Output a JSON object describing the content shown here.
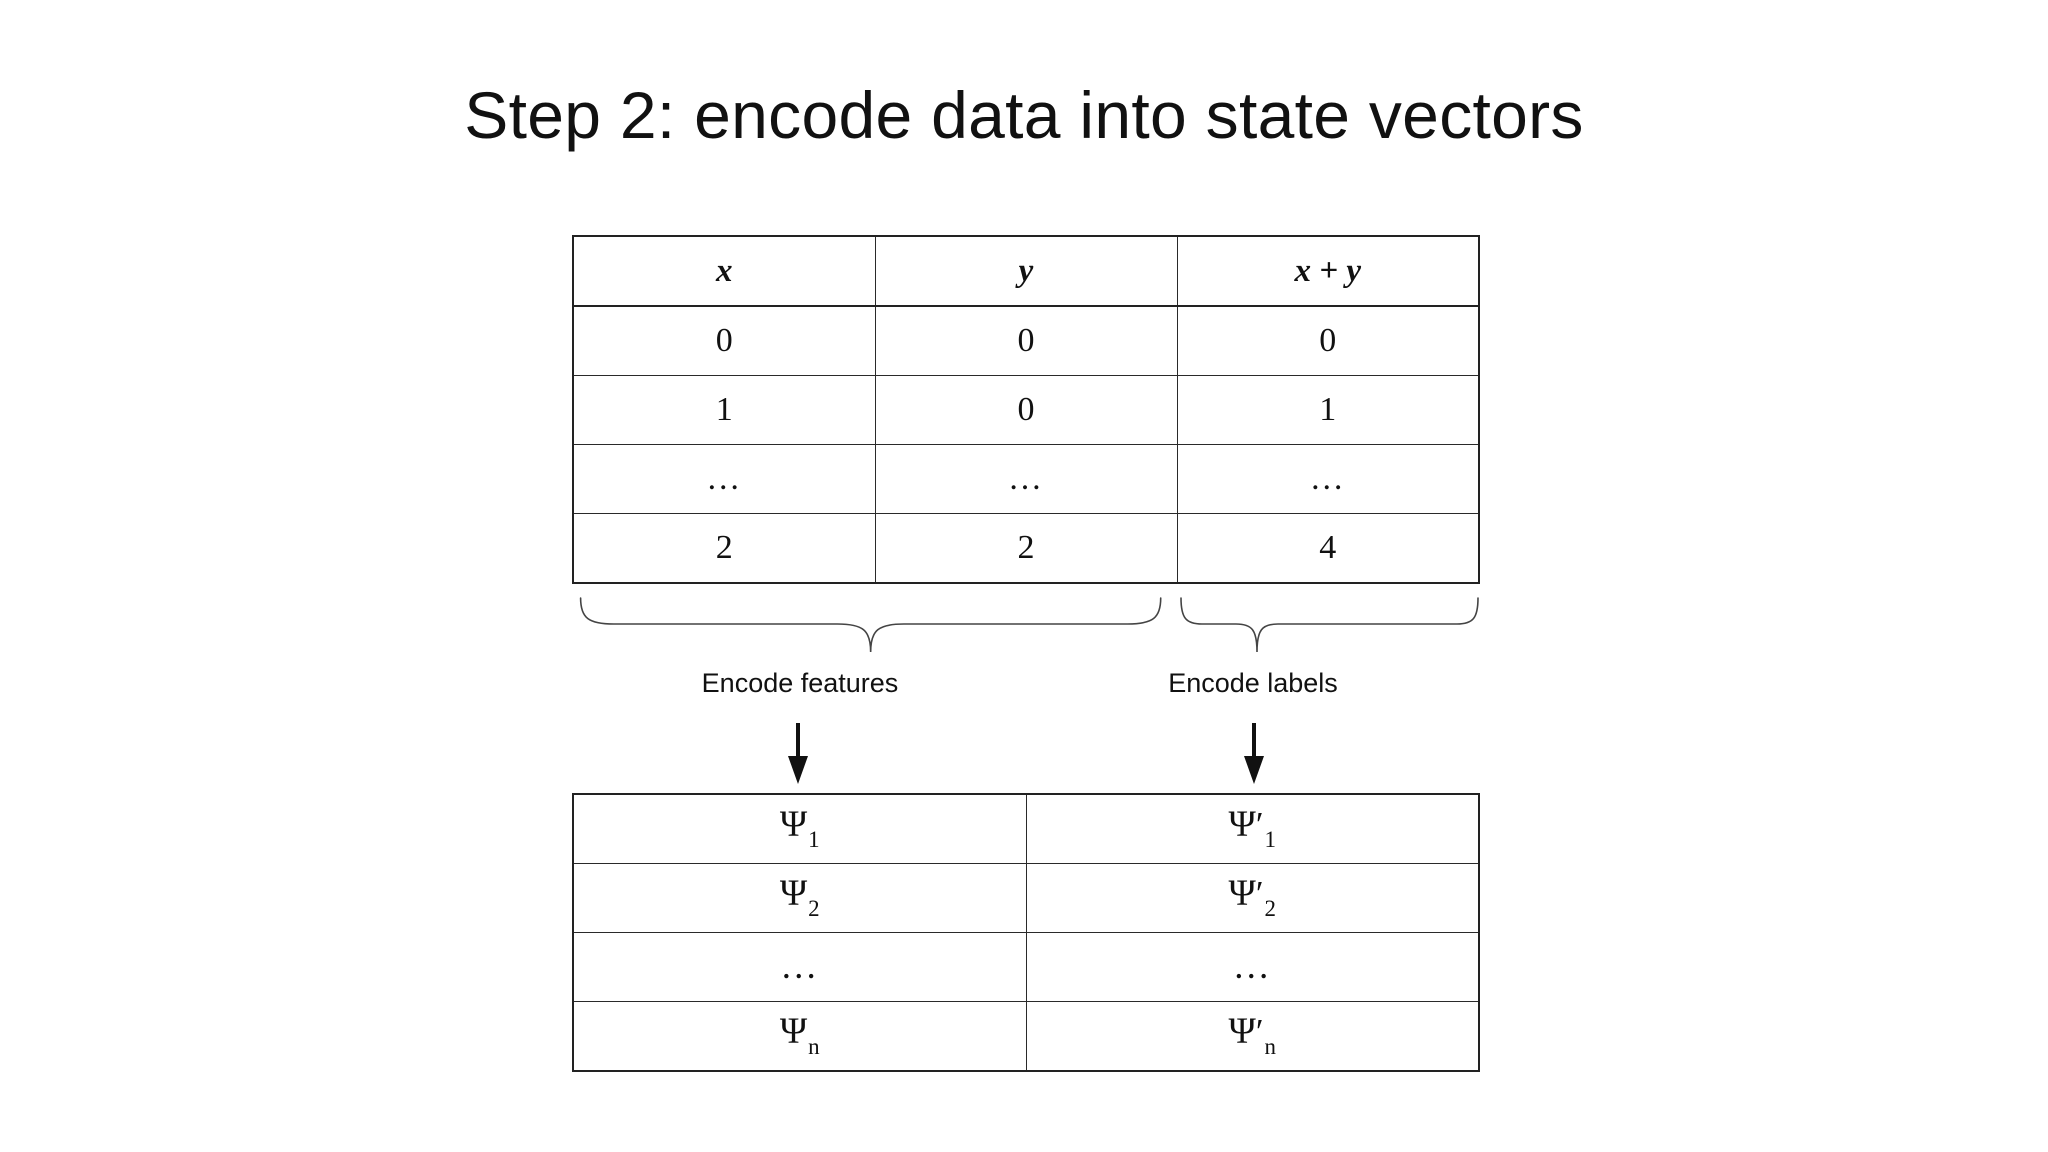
{
  "slide": {
    "title": "Step 2: encode data into state vectors",
    "background_color": "#ffffff",
    "text_color": "#111111",
    "line_color": "#222222"
  },
  "raw_data_table": {
    "name": "raw-data-table",
    "headers": [
      "x",
      "y",
      "x + y"
    ],
    "rows": [
      [
        "0",
        "0",
        "0"
      ],
      [
        "1",
        "0",
        "1"
      ],
      [
        "…",
        "…",
        "…"
      ],
      [
        "2",
        "2",
        "4"
      ]
    ]
  },
  "encode_band": {
    "features": {
      "label": "Encode features",
      "brace_name": "features-brace",
      "arrow_name": "features-arrow"
    },
    "labels": {
      "label": "Encode labels",
      "brace_name": "labels-brace",
      "arrow_name": "labels-arrow"
    }
  },
  "state_vector_table": {
    "name": "state-vector-table",
    "rows": [
      {
        "features": {
          "symbol": "Ψ",
          "prime": "",
          "subscript": "1"
        },
        "labels": {
          "symbol": "Ψ",
          "prime": "′",
          "subscript": "1"
        }
      },
      {
        "features": {
          "symbol": "Ψ",
          "prime": "",
          "subscript": "2"
        },
        "labels": {
          "symbol": "Ψ",
          "prime": "′",
          "subscript": "2"
        }
      },
      {
        "features": {
          "symbol": "…",
          "prime": "",
          "subscript": ""
        },
        "labels": {
          "symbol": "…",
          "prime": "",
          "subscript": ""
        }
      },
      {
        "features": {
          "symbol": "Ψ",
          "prime": "",
          "subscript": "n"
        },
        "labels": {
          "symbol": "Ψ",
          "prime": "′",
          "subscript": "n"
        }
      }
    ]
  }
}
